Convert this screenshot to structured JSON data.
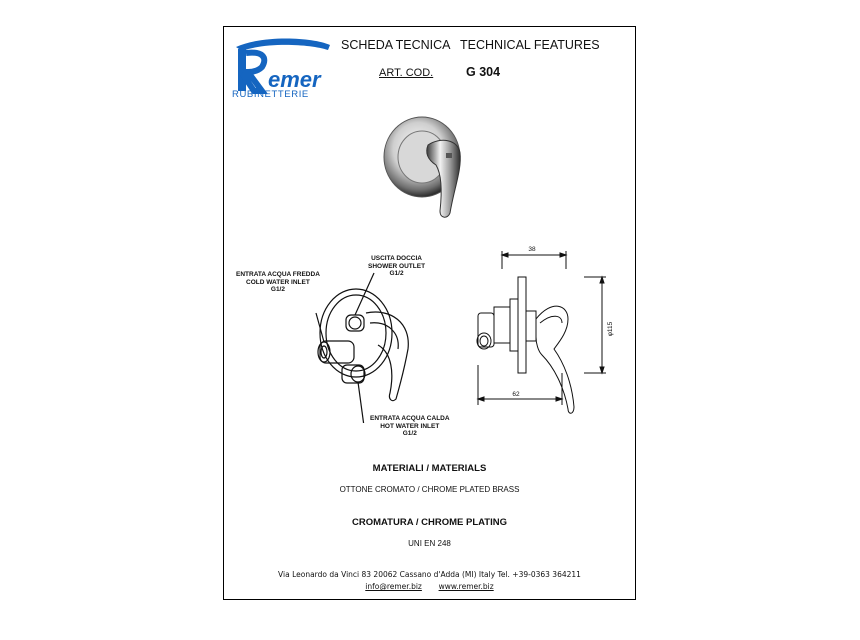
{
  "brand": {
    "name": "Remer",
    "subtitle": "RUBINETTERIE",
    "color": "#1565c0"
  },
  "header": {
    "title": "SCHEDA TECNICA   TECHNICAL FEATURES",
    "art_code_label": "ART. COD.",
    "art_code_value": "G 304"
  },
  "drawing": {
    "label_shower_outlet": [
      "USCITA DOCCIA",
      "SHOWER OUTLET",
      "G1/2"
    ],
    "label_cold_inlet": [
      "ENTRATA ACQUA FREDDA",
      "COLD WATER INLET",
      "G1/2"
    ],
    "label_hot_inlet": [
      "ENTRATA ACQUA CALDA",
      "HOT WATER INLET",
      "G1/2"
    ],
    "dimensions": {
      "top_width": "38",
      "height": "φ115",
      "bottom_width": "62"
    }
  },
  "materials": {
    "title": "MATERIALI  /  MATERIALS",
    "text": "OTTONE  CROMATO  /  CHROME  PLATED BRASS"
  },
  "plating": {
    "title": "CROMATURA / CHROME PLATING",
    "text": "UNI EN 248"
  },
  "footer": {
    "address": "Via Leonardo da Vinci 83     20062 Cassano d'Adda (MI) Italy Tel. +39-0363 364211",
    "email": "info@remer.biz",
    "website": "www.remer.biz"
  }
}
